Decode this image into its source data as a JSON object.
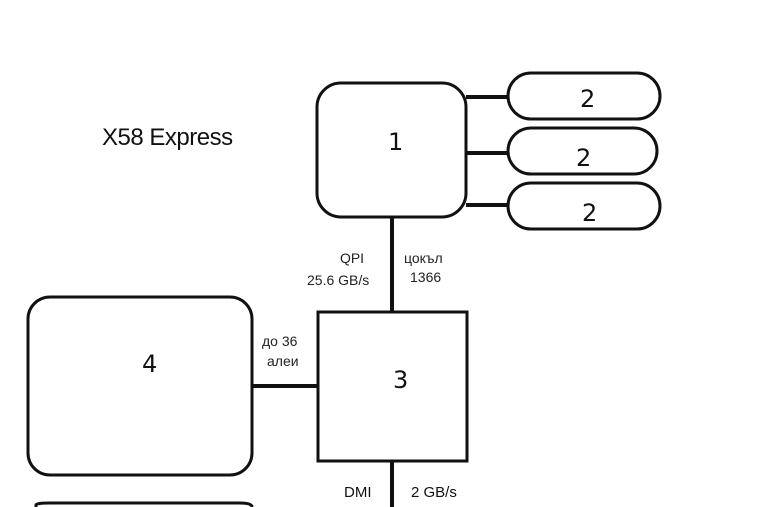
{
  "diagram": {
    "title": "X58 Express",
    "nodes": {
      "cpu": "1",
      "mem_1": "2",
      "mem_2": "2",
      "mem_3": "2",
      "chipset": "3",
      "pcie": "4"
    },
    "links": {
      "qpi_label": "QPI",
      "qpi_speed": "25.6 GB/s",
      "socket_label": "цокъл",
      "socket_number": "1366",
      "lanes_line1": "до 36",
      "lanes_line2": "алеи",
      "dmi_label": "DMI",
      "dmi_speed": "2 GB/s"
    },
    "colors": {
      "stroke": "#111111",
      "background": "#ffffff"
    }
  }
}
